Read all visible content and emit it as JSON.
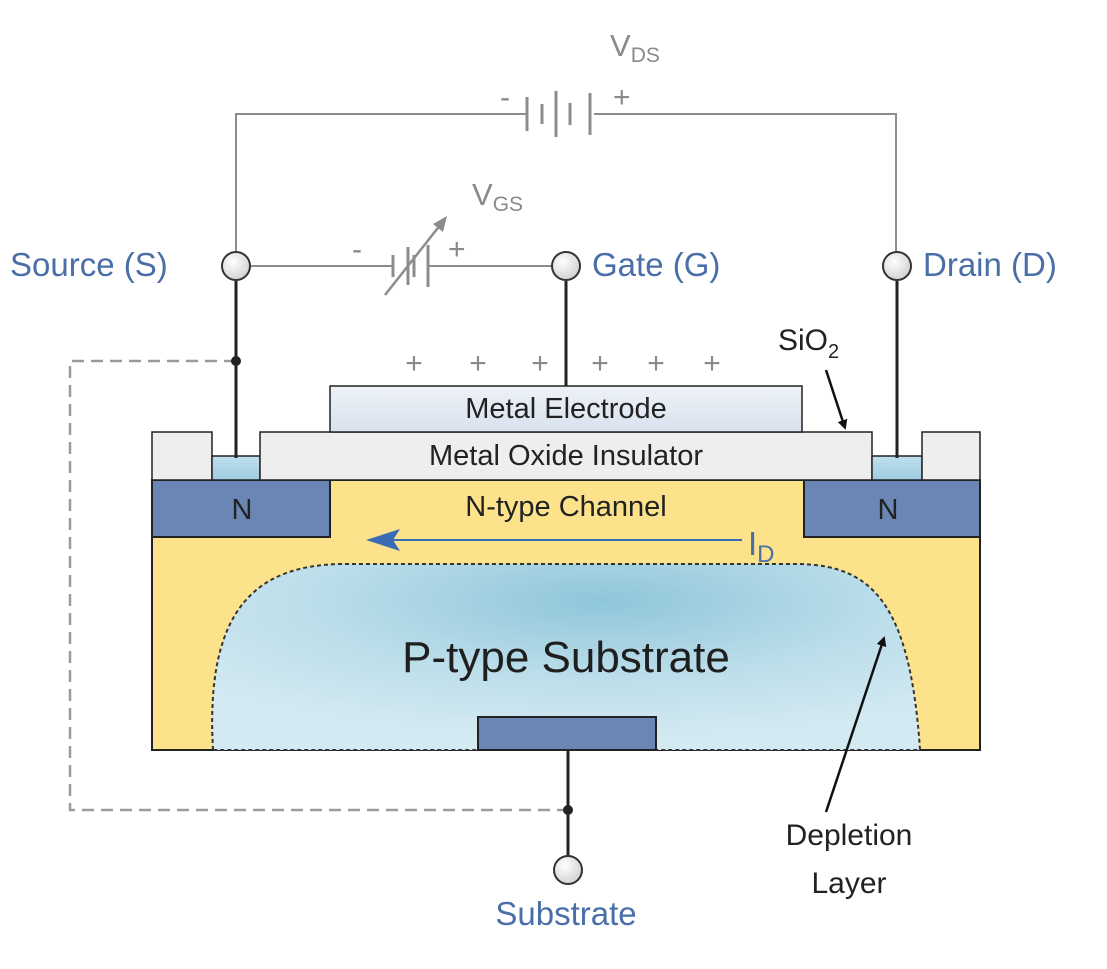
{
  "colors": {
    "background": "#ffffff",
    "wire": "#8c8c8c",
    "lead": "#222222",
    "terminal_label": "#4a6fa8",
    "n_region": "#6a86b4",
    "channel_yellow": "#fde28c",
    "depletion_blue": "#b9dbe8",
    "insulator": "#eeeeee",
    "electrode": "#dfe7f0",
    "current_arrow": "#3a6bb5"
  },
  "icons": {
    "terminal": "open-circle-terminal-icon",
    "battery": "battery-icon",
    "variable_battery": "variable-battery-icon",
    "junction": "junction-dot-icon"
  },
  "terminals": {
    "source": "Source (S)",
    "gate": "Gate (G)",
    "drain": "Drain (D)",
    "substrate": "Substrate"
  },
  "supplies": {
    "vds": {
      "main": "V",
      "sub": "DS",
      "minus": "-",
      "plus": "+"
    },
    "vgs": {
      "main": "V",
      "sub": "GS",
      "minus": "-",
      "plus": "+"
    }
  },
  "gate_charges": [
    "+",
    "+",
    "+",
    "+",
    "+",
    "+"
  ],
  "layers": {
    "electrode": "Metal Electrode",
    "oxide": "Metal Oxide Insulator",
    "channel": "N-type Channel",
    "substrate": "P-type Substrate",
    "n_left": "N",
    "n_right": "N"
  },
  "current": {
    "main": "I",
    "sub": "D"
  },
  "annotations": {
    "sio2_main": "SiO",
    "sio2_sub": "2",
    "depletion_line1": "Depletion",
    "depletion_line2": "Layer"
  }
}
